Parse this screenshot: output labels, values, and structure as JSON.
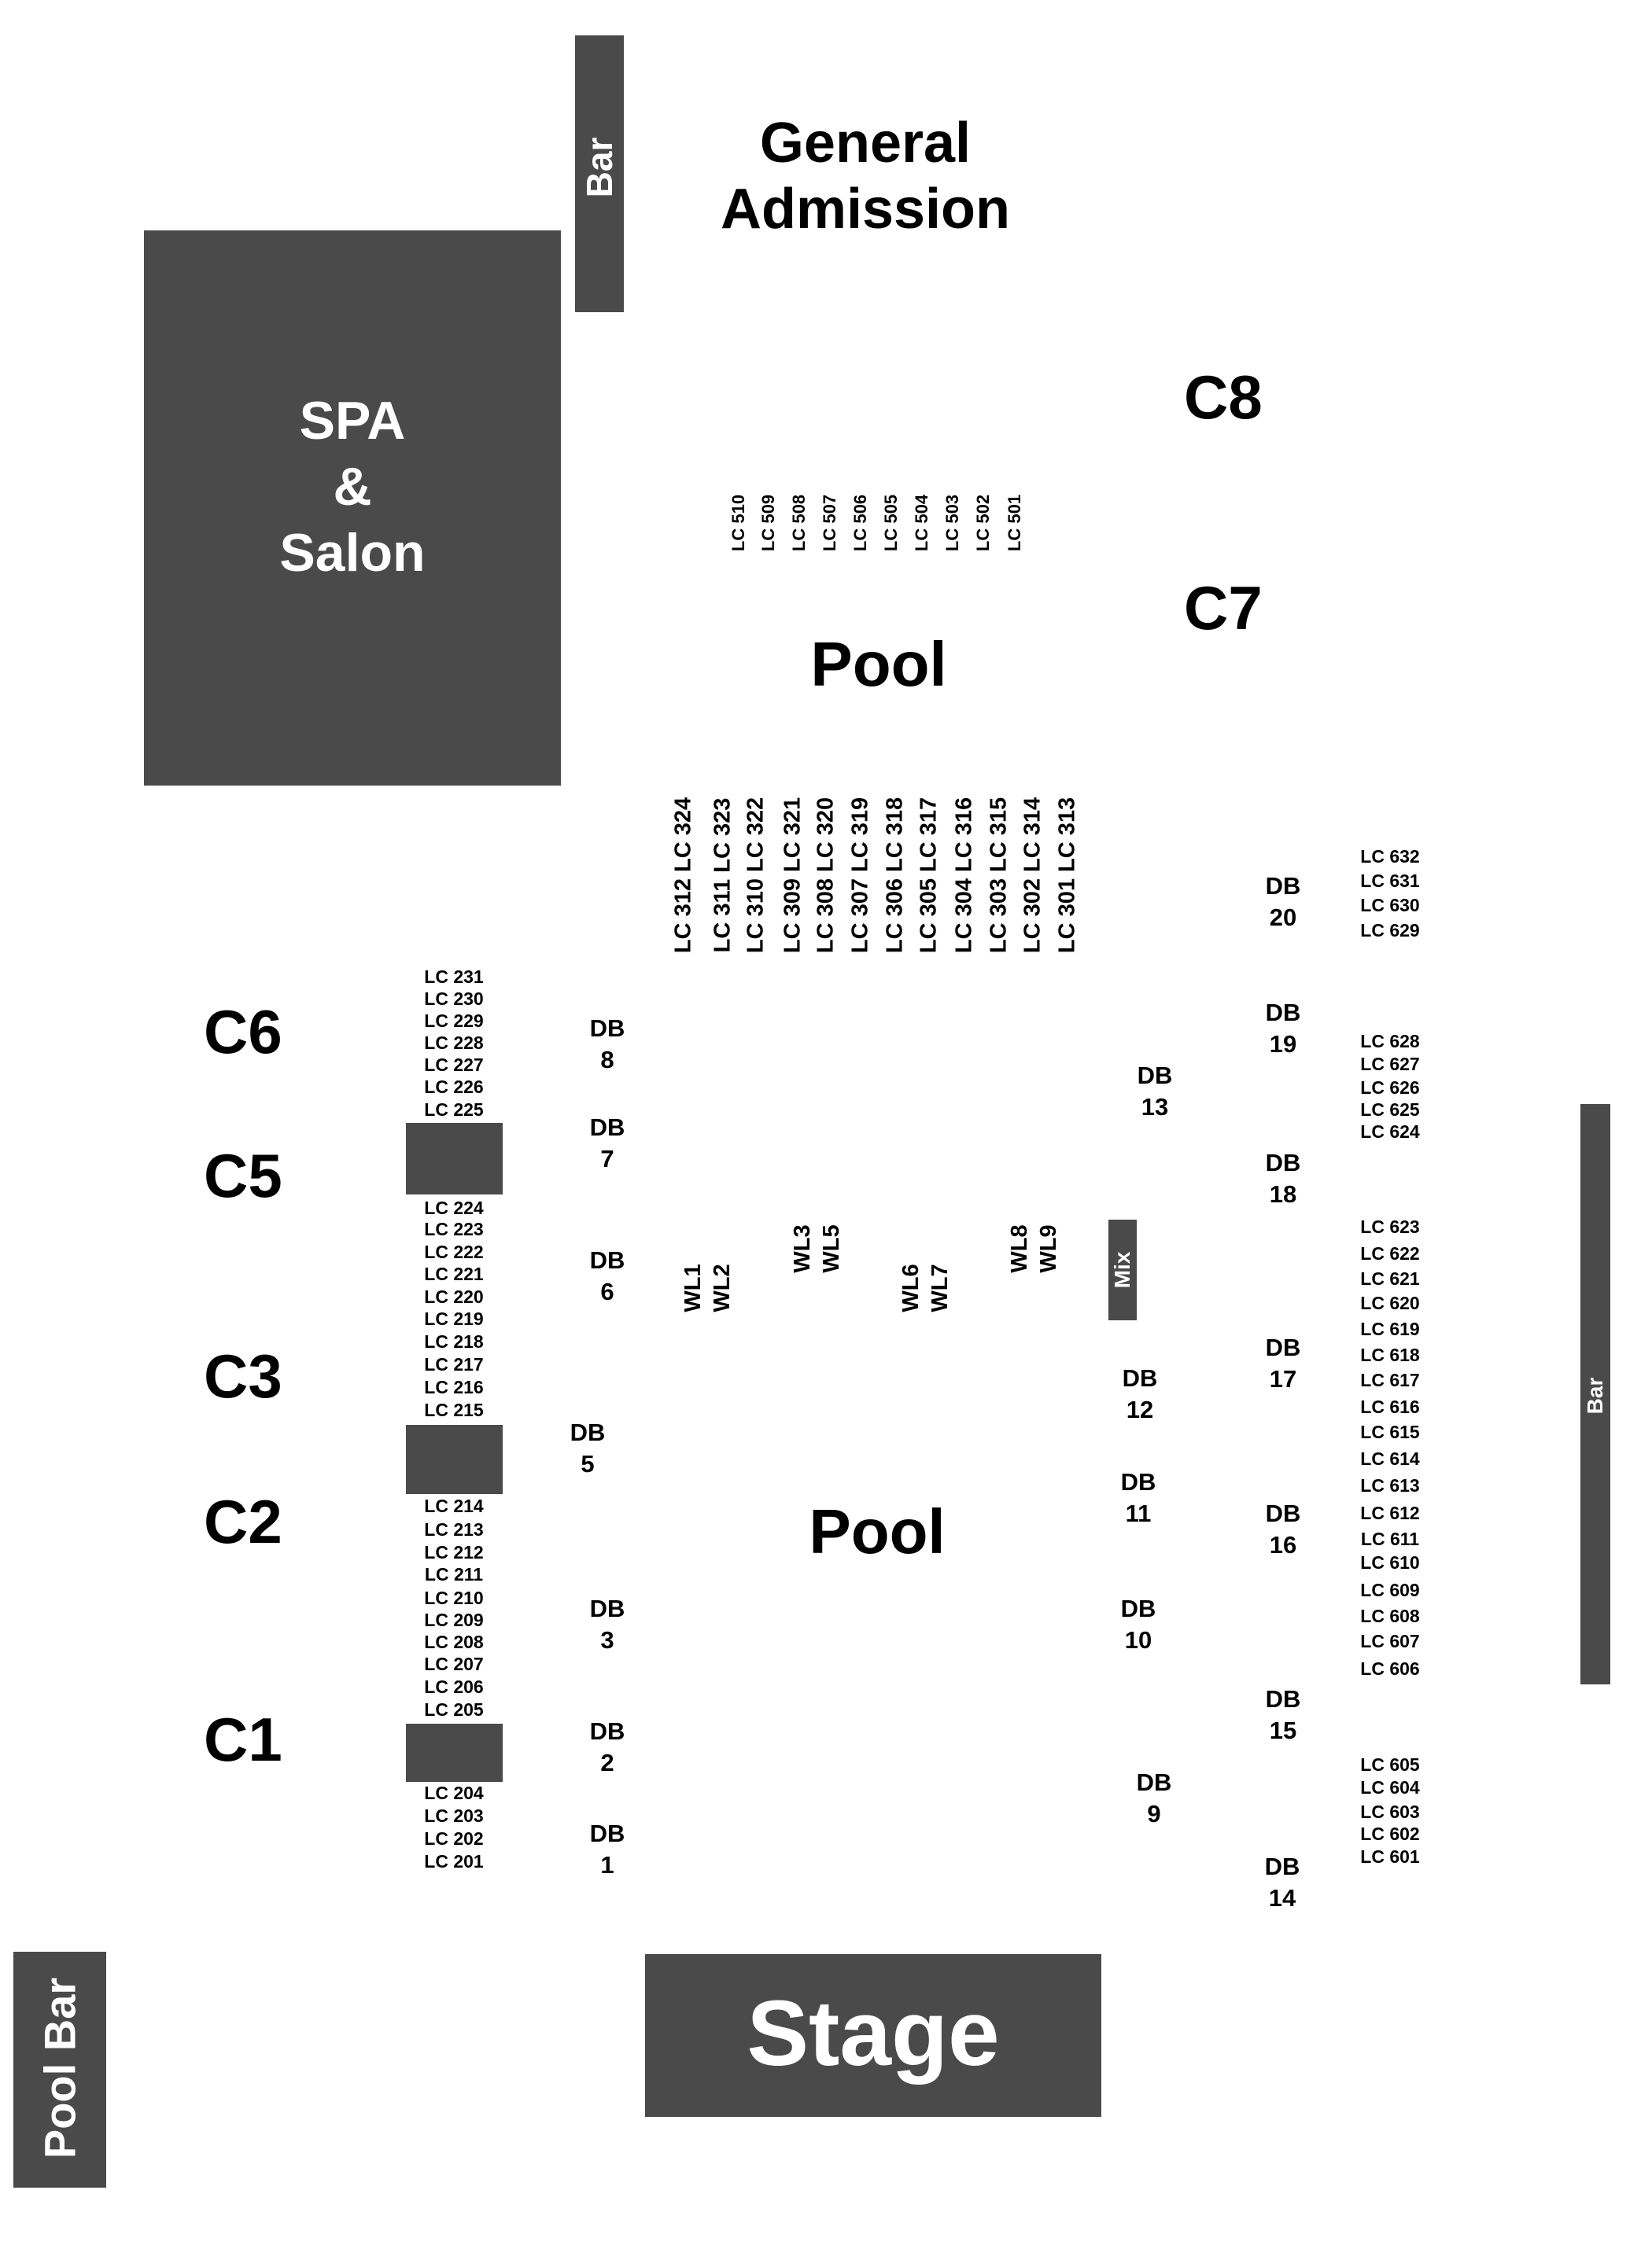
{
  "title": {
    "line1": "General",
    "line2": "Admission"
  },
  "spa": {
    "line1": "SPA",
    "line2": "&",
    "line3": "Salon"
  },
  "bar_top": "Bar",
  "bar_right": "Bar",
  "pool_bar": "Pool Bar",
  "stage": "Stage",
  "mix": "Mix",
  "pool_labels": [
    "Pool",
    "Pool"
  ],
  "sections": {
    "c1": "C1",
    "c2": "C2",
    "c3": "C3",
    "c5": "C5",
    "c6": "C6",
    "c7": "C7",
    "c8": "C8"
  },
  "lc500": [
    "LC 510",
    "LC 509",
    "LC 508",
    "LC 507",
    "LC 506",
    "LC 505",
    "LC 504",
    "LC 503",
    "LC 502",
    "LC 501"
  ],
  "lc300_pairs": [
    [
      "LC 312",
      "LC 324"
    ],
    [
      "LC 311",
      "LC 323"
    ],
    [
      "LC 310",
      "LC 322"
    ],
    [
      "LC 309",
      "LC 321"
    ],
    [
      "LC 308",
      "LC 320"
    ],
    [
      "LC 307",
      "LC 319"
    ],
    [
      "LC 306",
      "LC 318"
    ],
    [
      "LC 305",
      "LC 317"
    ],
    [
      "LC 304",
      "LC 316"
    ],
    [
      "LC 303",
      "LC 315"
    ],
    [
      "LC 302",
      "LC 314"
    ],
    [
      "LC 301",
      "LC 313"
    ]
  ],
  "lc200": [
    "LC 231",
    "LC 230",
    "LC 229",
    "LC 228",
    "LC 227",
    "LC 226",
    "LC 225",
    "LC 224",
    "LC 223",
    "LC 222",
    "LC 221",
    "LC 220",
    "LC 219",
    "LC 218",
    "LC 217",
    "LC 216",
    "LC 215",
    "LC 214",
    "LC 213",
    "LC 212",
    "LC 211",
    "LC 210",
    "LC 209",
    "LC 208",
    "LC 207",
    "LC 206",
    "LC 205",
    "LC 204",
    "LC 203",
    "LC 202",
    "LC 201"
  ],
  "lc600": [
    "LC 632",
    "LC 631",
    "LC 630",
    "LC 629",
    "LC 628",
    "LC 627",
    "LC 626",
    "LC 625",
    "LC 624",
    "LC 623",
    "LC 622",
    "LC 621",
    "LC 620",
    "LC 619",
    "LC 618",
    "LC 617",
    "LC 616",
    "LC 615",
    "LC 614",
    "LC 613",
    "LC 612",
    "LC 611",
    "LC 610",
    "LC 609",
    "LC 608",
    "LC 607",
    "LC 606",
    "LC 605",
    "LC 604",
    "LC 603",
    "LC 602",
    "LC 601"
  ],
  "db": [
    {
      "a": "DB",
      "b": "1"
    },
    {
      "a": "DB",
      "b": "2"
    },
    {
      "a": "DB",
      "b": "3"
    },
    {
      "a": "DB",
      "b": "5"
    },
    {
      "a": "DB",
      "b": "6"
    },
    {
      "a": "DB",
      "b": "7"
    },
    {
      "a": "DB",
      "b": "8"
    },
    {
      "a": "DB",
      "b": "9"
    },
    {
      "a": "DB",
      "b": "10"
    },
    {
      "a": "DB",
      "b": "11"
    },
    {
      "a": "DB",
      "b": "12"
    },
    {
      "a": "DB",
      "b": "13"
    },
    {
      "a": "DB",
      "b": "14"
    },
    {
      "a": "DB",
      "b": "15"
    },
    {
      "a": "DB",
      "b": "16"
    },
    {
      "a": "DB",
      "b": "17"
    },
    {
      "a": "DB",
      "b": "18"
    },
    {
      "a": "DB",
      "b": "19"
    },
    {
      "a": "DB",
      "b": "20"
    }
  ],
  "wl": [
    [
      "WL1",
      "WL2"
    ],
    [
      "WL3",
      "WL5"
    ],
    [
      "WL6",
      "WL7"
    ],
    [
      "WL8",
      "WL9"
    ]
  ]
}
